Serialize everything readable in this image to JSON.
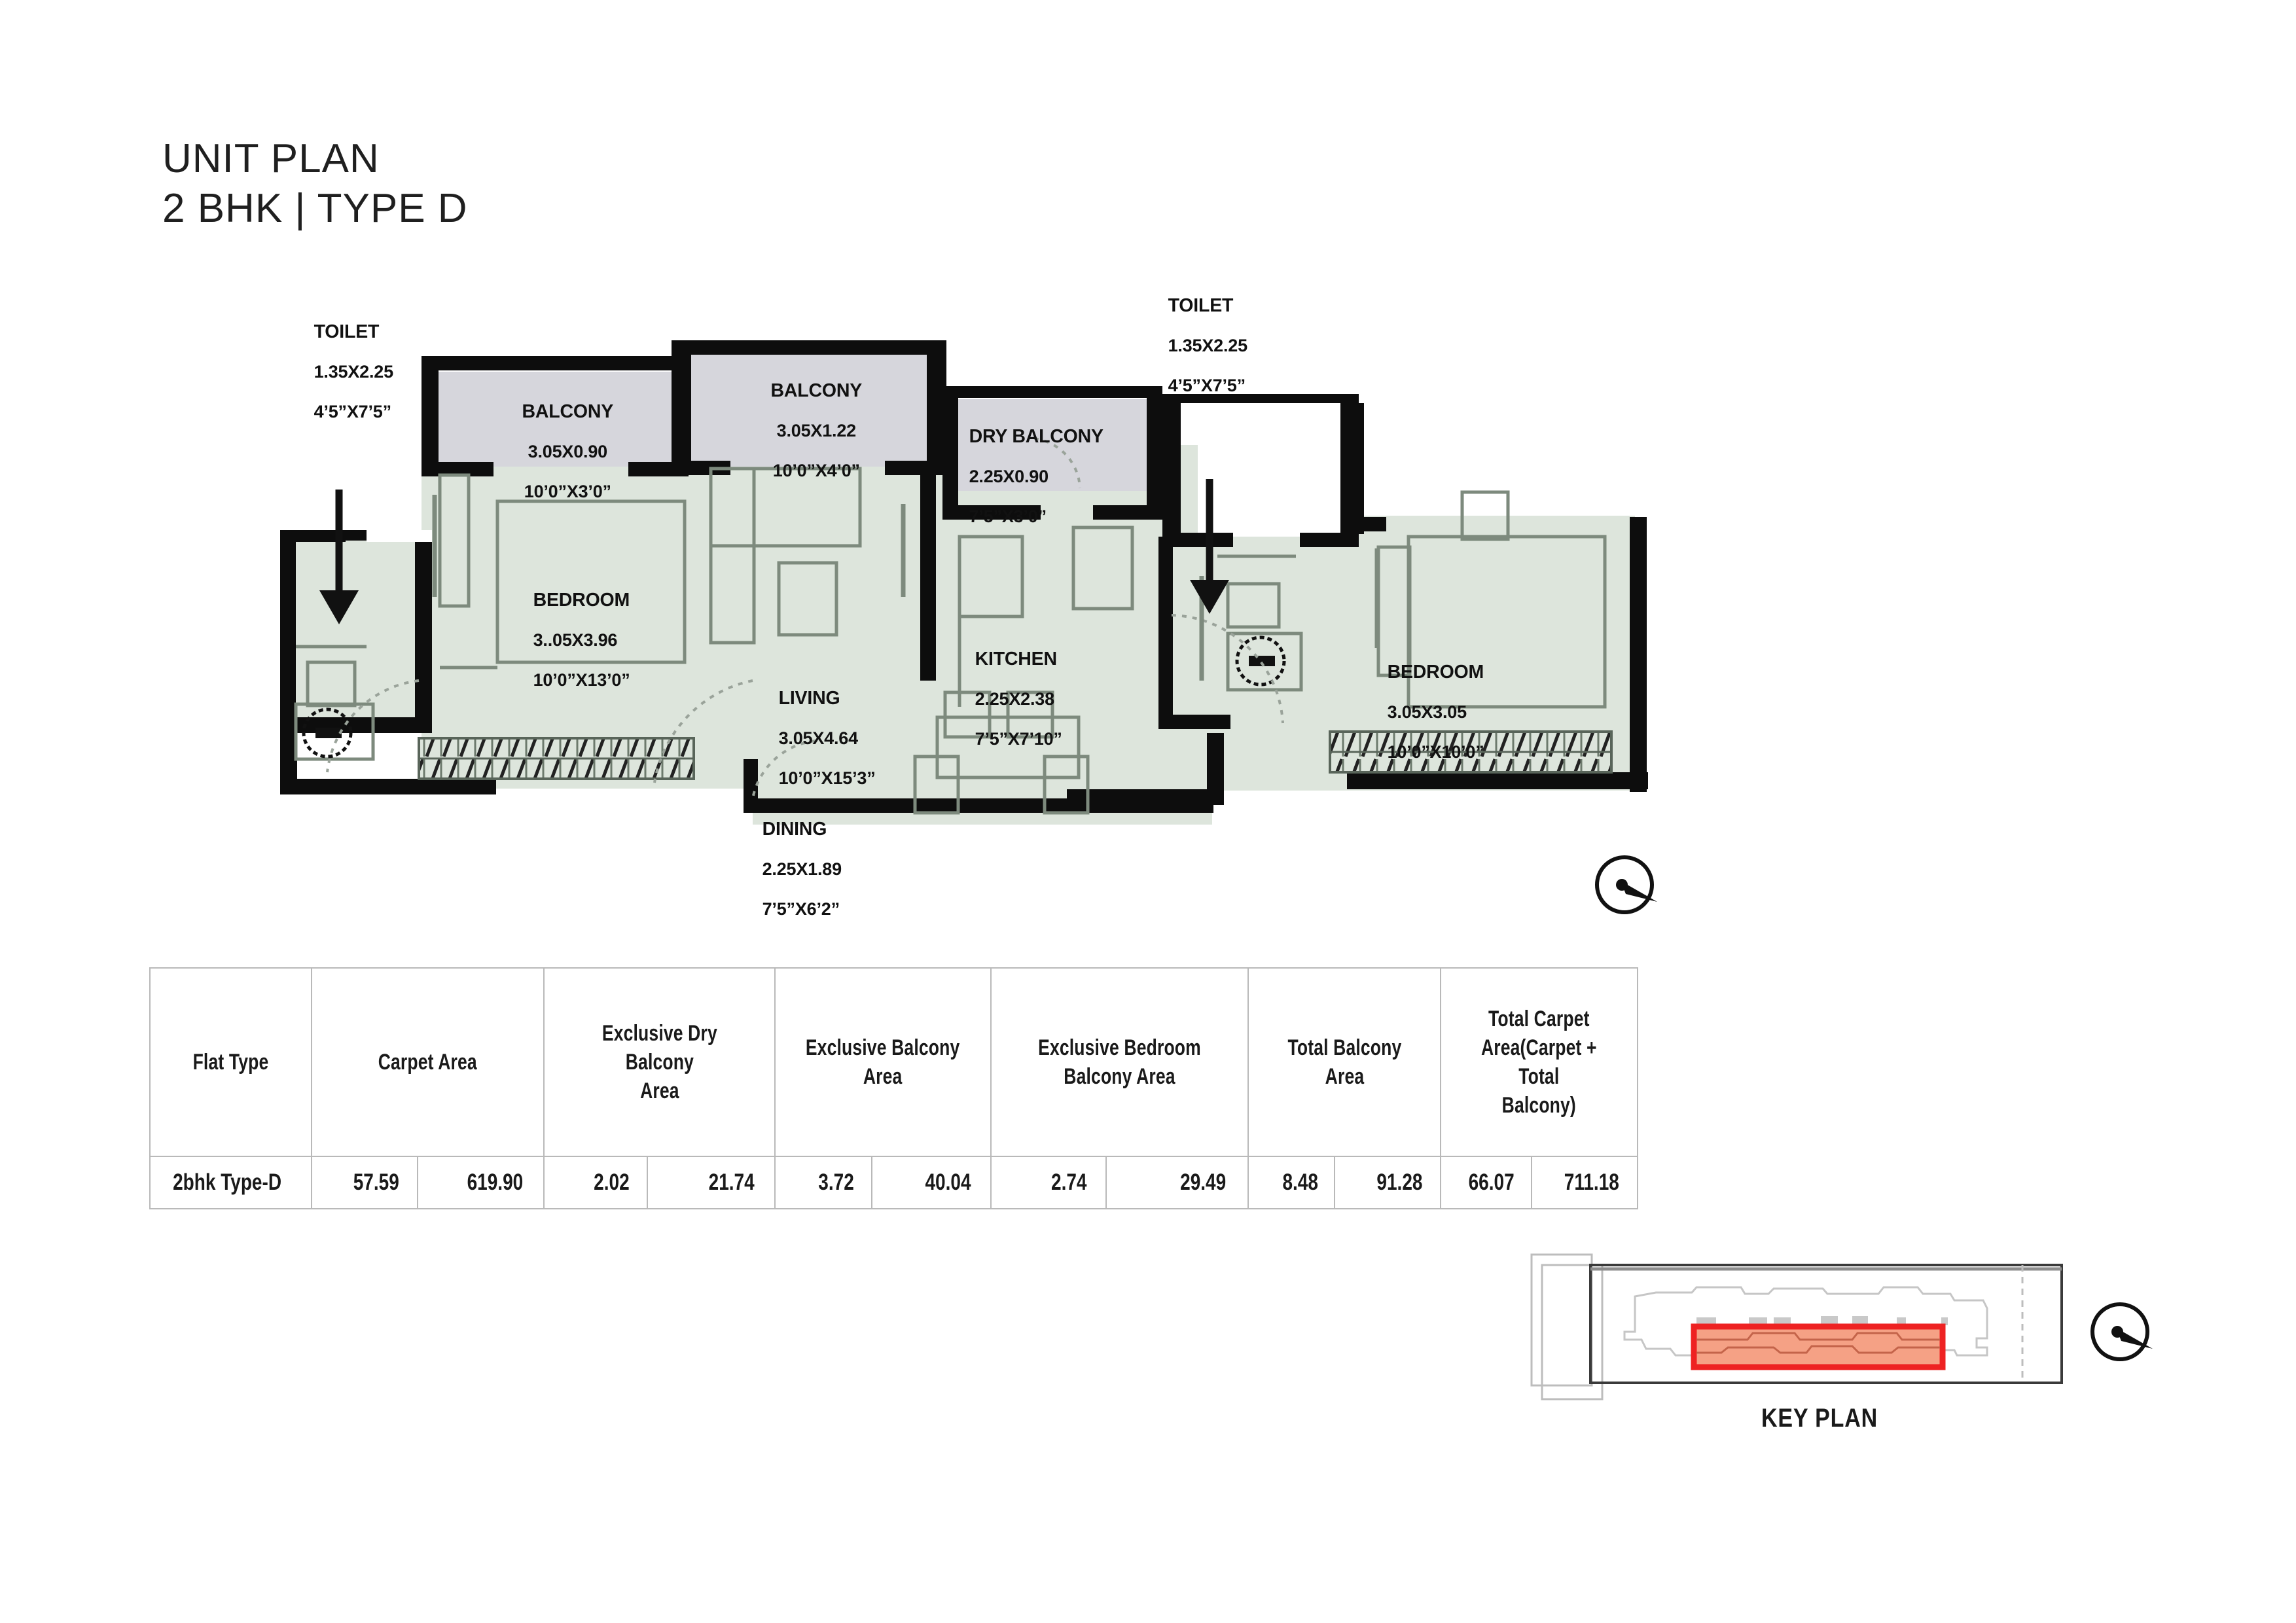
{
  "title": {
    "line1": "UNIT PLAN",
    "line2": "2 BHK | TYPE D"
  },
  "floor_plan": {
    "rooms": [
      {
        "key": "toilet_left",
        "name": "TOILET",
        "metric": "1.35X2.25",
        "imperial": "4’5”X7’5”",
        "callout": true
      },
      {
        "key": "balcony_left",
        "name": "BALCONY",
        "metric": "3.05X0.90",
        "imperial": "10’0”X3’0”",
        "callout": false
      },
      {
        "key": "balcony_mid",
        "name": "BALCONY",
        "metric": "3.05X1.22",
        "imperial": "10’0”X4’0”",
        "callout": false
      },
      {
        "key": "dry_balcony",
        "name": "DRY BALCONY",
        "metric": "2.25X0.90",
        "imperial": "7’5”X3’0”",
        "callout": false
      },
      {
        "key": "toilet_right",
        "name": "TOILET",
        "metric": "1.35X2.25",
        "imperial": "4’5”X7’5”",
        "callout": true
      },
      {
        "key": "bedroom_left",
        "name": "BEDROOM",
        "metric": "3..05X3.96",
        "imperial": "10’0”X13’0”",
        "callout": false
      },
      {
        "key": "living",
        "name": "LIVING",
        "metric": "3.05X4.64",
        "imperial": "10’0”X15’3”",
        "callout": false
      },
      {
        "key": "kitchen",
        "name": "KITCHEN",
        "metric": "2.25X2.38",
        "imperial": "7’5”X7’10”",
        "callout": false
      },
      {
        "key": "bedroom_right",
        "name": "BEDROOM",
        "metric": "3.05X3.05",
        "imperial": "10’0”X10’0”",
        "callout": false
      },
      {
        "key": "dining",
        "name": "DINING",
        "metric": "2.25X1.89",
        "imperial": "7’5”X6’2”",
        "callout": false
      }
    ],
    "colors": {
      "floor_fill": "#dde5dc",
      "balcony_fill": "#d6d6dc",
      "wall": "#0d0d0d",
      "furniture": "#7d8a7d"
    }
  },
  "area_table": {
    "headers": [
      [
        "Flat Type"
      ],
      [
        "Carpet Area"
      ],
      [
        "Exclusive Dry  Balcony",
        "Area"
      ],
      [
        "Exclusive  Balcony",
        "Area"
      ],
      [
        "Exclusive Bedroom",
        "Balcony Area"
      ],
      [
        "Total Balcony",
        "Area"
      ],
      [
        "Total Carpet",
        "Area(Carpet + Total",
        "Balcony)"
      ]
    ],
    "rows": [
      {
        "flat_type": "2bhk Type-D",
        "values": [
          "57.59",
          "619.90",
          "2.02",
          "21.74",
          "3.72",
          "40.04",
          "2.74",
          "29.49",
          "8.48",
          "91.28",
          "66.07",
          "711.18"
        ],
        "flagged_cells": [
          7,
          9
        ]
      }
    ]
  },
  "key_plan": {
    "label": "KEY PLAN",
    "highlight_color": "#ee2222",
    "highlight_fill": "#f5a185"
  }
}
